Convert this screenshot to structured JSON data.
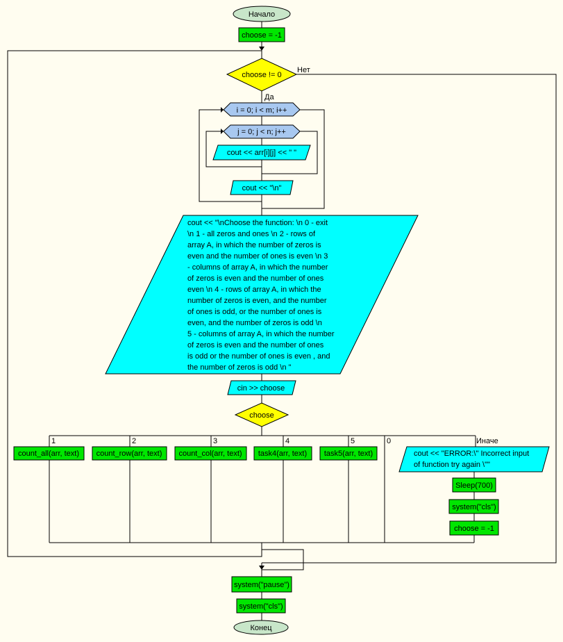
{
  "colors": {
    "background": "#fffdf0",
    "terminal": "#c8e6c9",
    "process": "#00e600",
    "decision": "#ffff00",
    "loop": "#a8c8f0",
    "io": "#00ffff",
    "line": "#000000"
  },
  "nodes": {
    "start": "Начало",
    "init": "choose = -1",
    "while_cond": "choose != 0",
    "while_no": "Нет",
    "while_yes": "Да",
    "loop_i": "i = 0; i < m; i++",
    "loop_j": "j = 0; j < n; j++",
    "print_elem": "cout << arr[i][j] << \" \"",
    "print_newline": "cout << \"\\n\"",
    "menu_lines": [
      "cout << \"\\nChoose the function: \\n 0 - exit",
      "\\n 1 - all zeros and ones \\n 2 - rows of",
      "array A, in which the number of zeros is",
      "even and the number of ones is even \\n 3",
      "- columns of array A, in which the number",
      "of zeros is even and the number of ones",
      "even \\n 4 - rows of array A, in which the",
      "number of zeros is even, and the number",
      "of ones is odd, or the number of ones is",
      "even, and the number of zeros is odd \\n",
      "5 - columns of array A, in which the number",
      "of zeros is even and the number of ones",
      "is odd or the number of ones is even , and",
      "the number of zeros is odd \\n \""
    ],
    "cin": "cin >> choose",
    "switch": "choose",
    "cases": [
      {
        "label": "1",
        "action": "count_all(arr, text)"
      },
      {
        "label": "2",
        "action": "count_row(arr, text)"
      },
      {
        "label": "3",
        "action": "count_col(arr, text)"
      },
      {
        "label": "4",
        "action": "task4(arr, text)"
      },
      {
        "label": "5",
        "action": "task5(arr, text)"
      },
      {
        "label": "0",
        "action": ""
      }
    ],
    "default_label": "Иначе",
    "error_lines": [
      "cout << \"ERROR:\\\" Incorrect input",
      "of function try again \\\"\""
    ],
    "sleep": "Sleep(700)",
    "cls1": "system(\"cls\")",
    "reset": "choose = -1",
    "pause": "system(\"pause\")",
    "cls2": "system(\"cls\")",
    "end": "Конец"
  }
}
